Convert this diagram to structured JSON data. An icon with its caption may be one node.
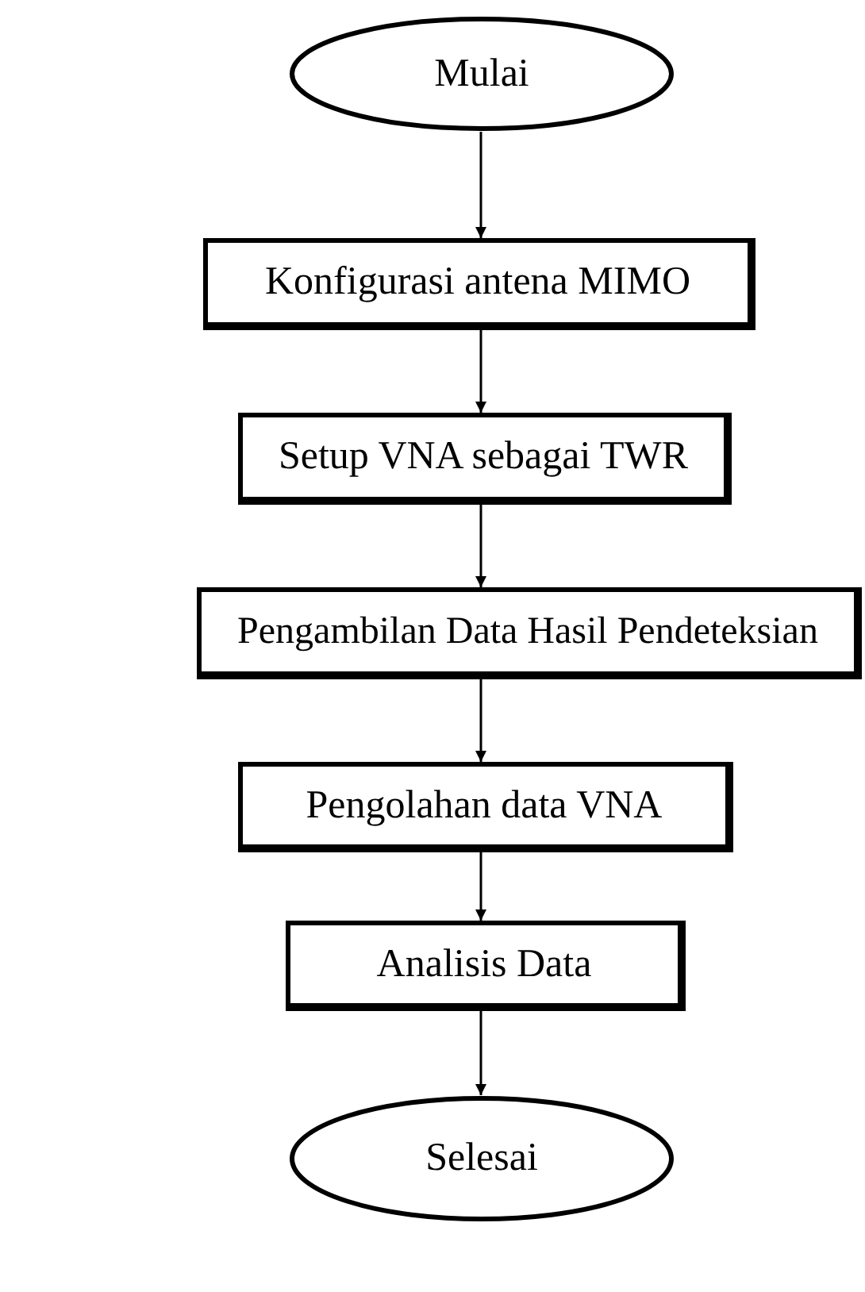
{
  "diagram": {
    "nodes": [
      {
        "text": [
          "Mulai"
        ]
      },
      {
        "text": [
          "Konfigurasi antena MIMO"
        ]
      },
      {
        "text": [
          "Setup VNA sebagai TWR"
        ]
      },
      {
        "text": [
          "Pengambilan Data Hasil Pendeteksian"
        ]
      },
      {
        "text": [
          "Pengolahan data VNA"
        ]
      },
      {
        "text": [
          "Analisis Data"
        ]
      },
      {
        "text": [
          "Selesai"
        ]
      }
    ],
    "edges": [
      {
        "from": 0,
        "to": 1,
        "arrow": "to"
      },
      {
        "from": 1,
        "to": 2,
        "arrow": "to"
      },
      {
        "from": 2,
        "to": 3,
        "arrow": "to"
      },
      {
        "from": 3,
        "to": 4,
        "arrow": "to"
      },
      {
        "from": 4,
        "to": 5,
        "arrow": "to"
      },
      {
        "from": 5,
        "to": 6,
        "arrow": "to"
      }
    ]
  }
}
